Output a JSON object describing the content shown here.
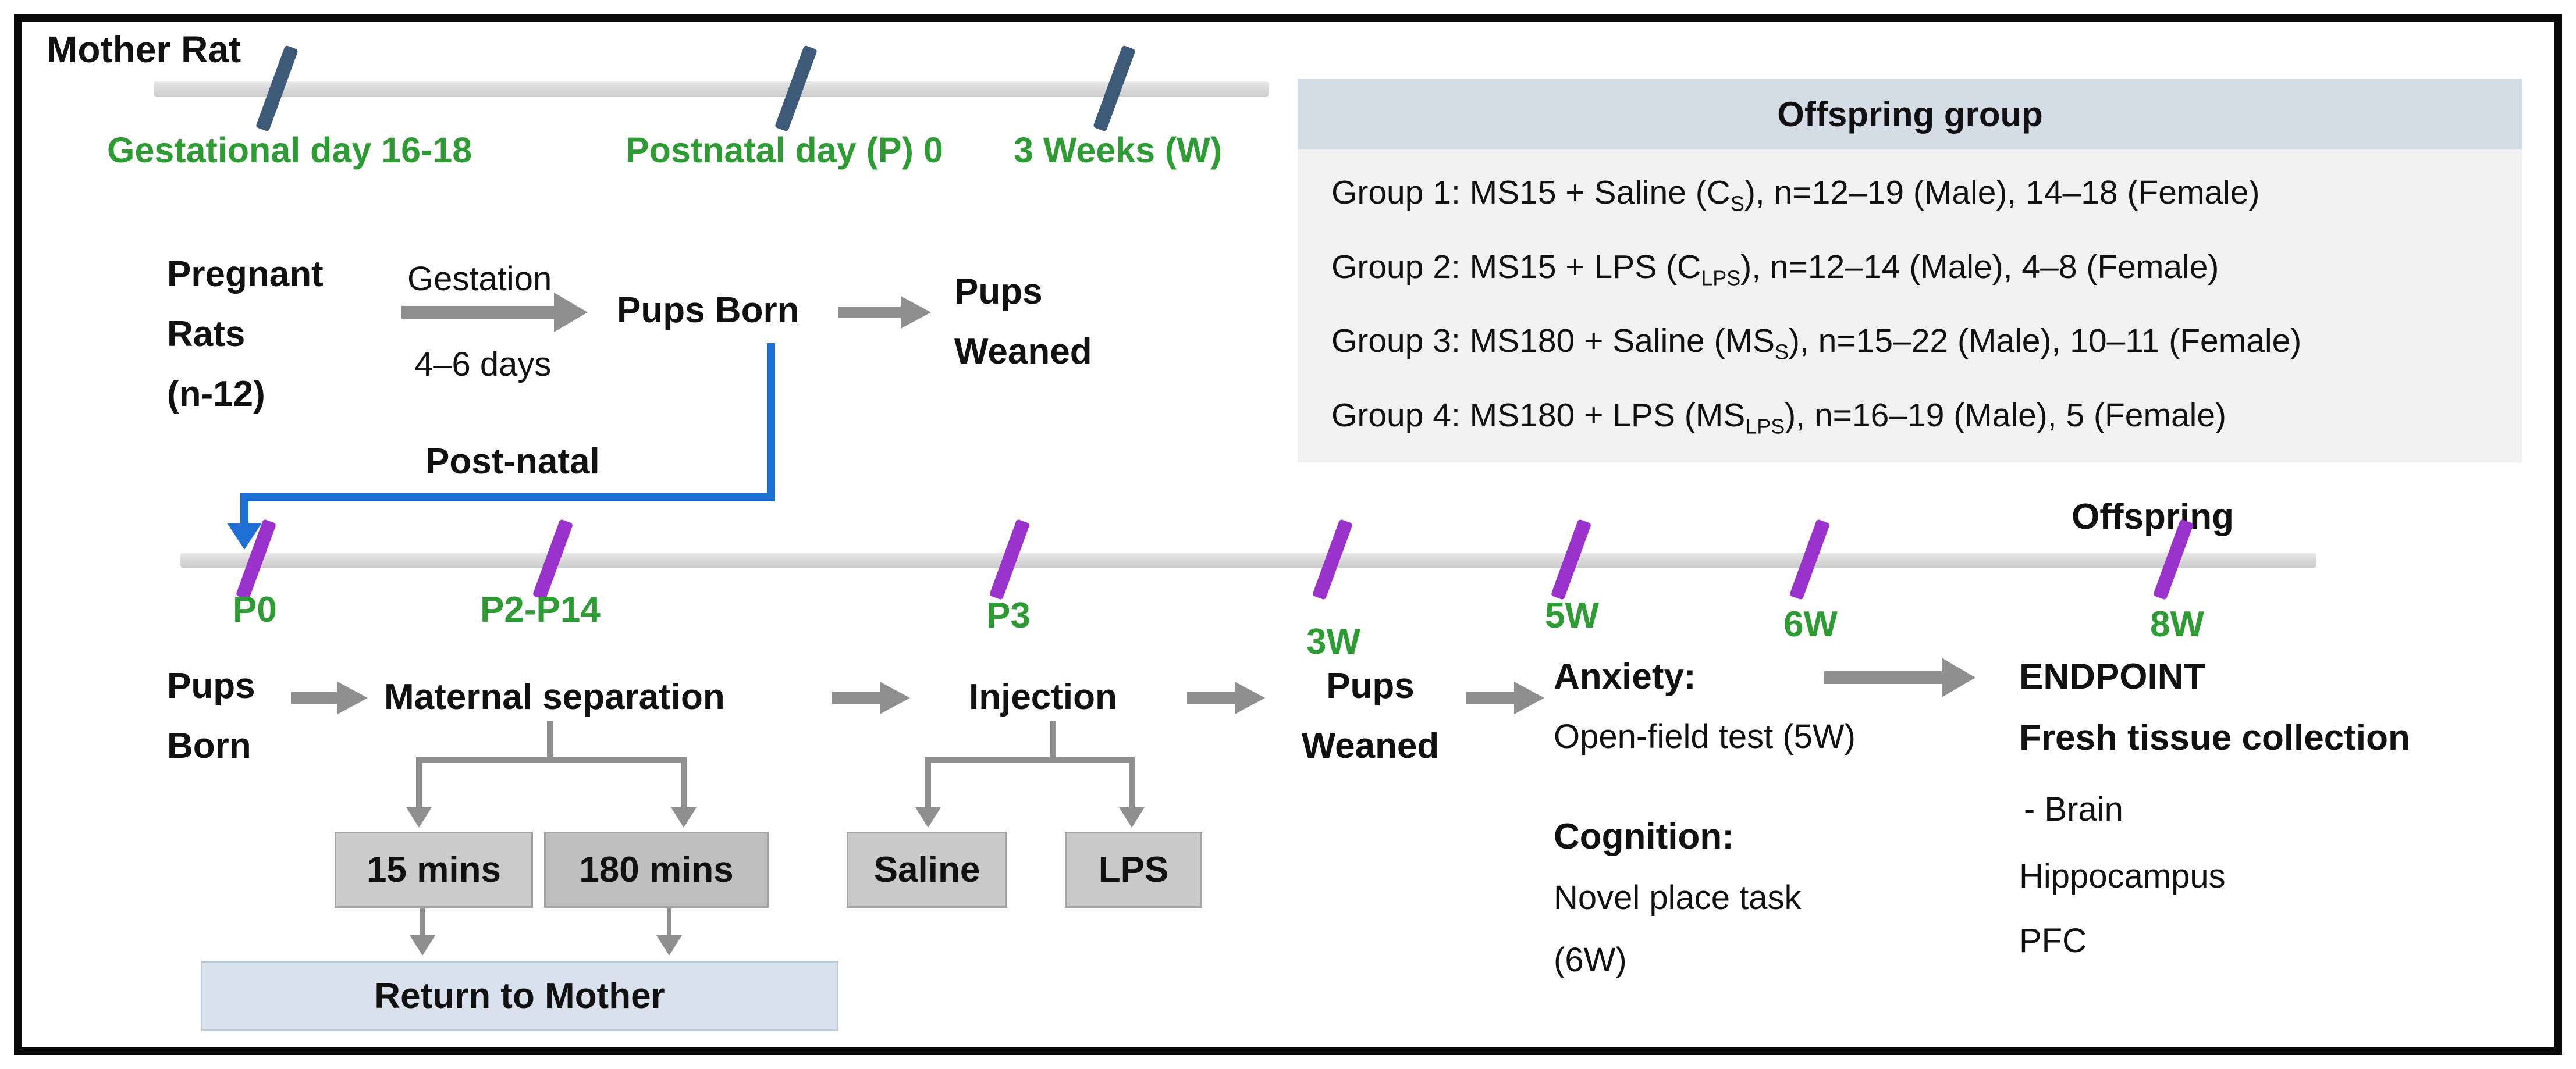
{
  "figure": {
    "mother": {
      "label": "Mother Rat"
    },
    "timeline1": {
      "ticks": [
        {
          "label": "Gestational day 16-18"
        },
        {
          "label": "Postnatal day (P) 0"
        },
        {
          "label": "3 Weeks (W)"
        }
      ]
    },
    "offspring_panel": {
      "title": "Offspring group",
      "groups": [
        {
          "pre": "Group 1: MS15 + Saline (C",
          "sub": "S",
          "post": "), n=12–19 (Male), 14–18 (Female)"
        },
        {
          "pre": "Group 2: MS15 + LPS (C",
          "sub": "LPS",
          "post": "), n=12–14 (Male), 4–8 (Female)"
        },
        {
          "pre": "Group 3: MS180 + Saline (MS",
          "sub": "S",
          "post": "), n=15–22 (Male), 10–11 (Female)"
        },
        {
          "pre": "Group 4: MS180 + LPS (MS",
          "sub": "LPS",
          "post": "), n=16–19 (Male), 5 (Female)"
        }
      ]
    },
    "gestation_flow": {
      "pregnant_rats_lines": [
        "Pregnant",
        "Rats",
        "(n-12)"
      ],
      "gestation_label": "Gestation",
      "duration_label": "4–6 days",
      "pups_born": "Pups Born",
      "pups_weaned_lines": [
        "Pups",
        "Weaned"
      ]
    },
    "postnatal_label": "Post-natal",
    "offspring_label": "Offspring",
    "timeline2": {
      "ticks": [
        {
          "label": "P0"
        },
        {
          "label": "P2-P14"
        },
        {
          "label": "P3"
        },
        {
          "label": "3W"
        },
        {
          "label": "5W"
        },
        {
          "label": "6W"
        },
        {
          "label": "8W"
        }
      ]
    },
    "bottom_flow": {
      "pups_born_lines": [
        "Pups",
        "Born"
      ],
      "maternal_separation": "Maternal separation",
      "ms_option_15": "15 mins",
      "ms_option_180": "180 mins",
      "return_to_mother": "Return to Mother",
      "injection": "Injection",
      "injection_option_saline": "Saline",
      "injection_option_lps": "LPS",
      "pups_weaned_lines": [
        "Pups",
        "Weaned"
      ],
      "anxiety_title": "Anxiety:",
      "anxiety_test": "Open-field test (5W)",
      "cognition_title": "Cognition:",
      "cognition_test": "Novel place task",
      "cognition_week": "(6W)",
      "endpoint_title": "ENDPOINT",
      "endpoint_subtitle": "Fresh tissue collection",
      "endpoint_items": [
        "- Brain",
        "Hippocampus",
        "PFC"
      ]
    },
    "colors": {
      "green_label": "#2f9b35",
      "navy_tick": "#3d5a78",
      "purple_tick": "#9933cc",
      "blue_arrow": "#1e6fd4",
      "gray_arrow": "#8f8f8f",
      "panel_header_bg": "#d4dde6",
      "panel_body_bg": "#f1f1f2",
      "return_box_bg": "#d9e2ec",
      "option_box_bg": "#c9c9c9"
    }
  }
}
